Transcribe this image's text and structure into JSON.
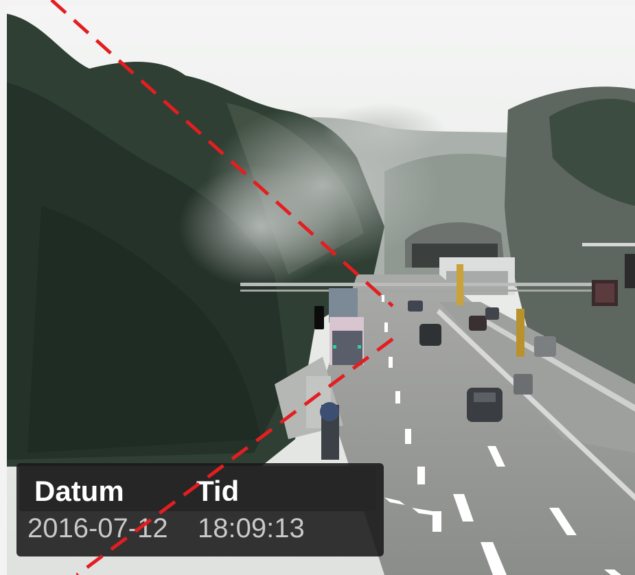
{
  "colors": {
    "sky": "#eef0ee",
    "haze": "#c7cbc8",
    "trees_dark": "#26352a",
    "trees_mid": "#3c4e3e",
    "road": "#8f918f",
    "lane_marking": "#ffffff",
    "overlay_background": "#1a1a1a",
    "overlay_text": "#ffffff",
    "overlay_value": "#c9c9c9",
    "dashed_line": "#e41e20"
  },
  "overlay": {
    "date_label": "Datum",
    "time_label": "Tid",
    "date_value": "2016-07-12",
    "time_value": "18:09:13"
  }
}
